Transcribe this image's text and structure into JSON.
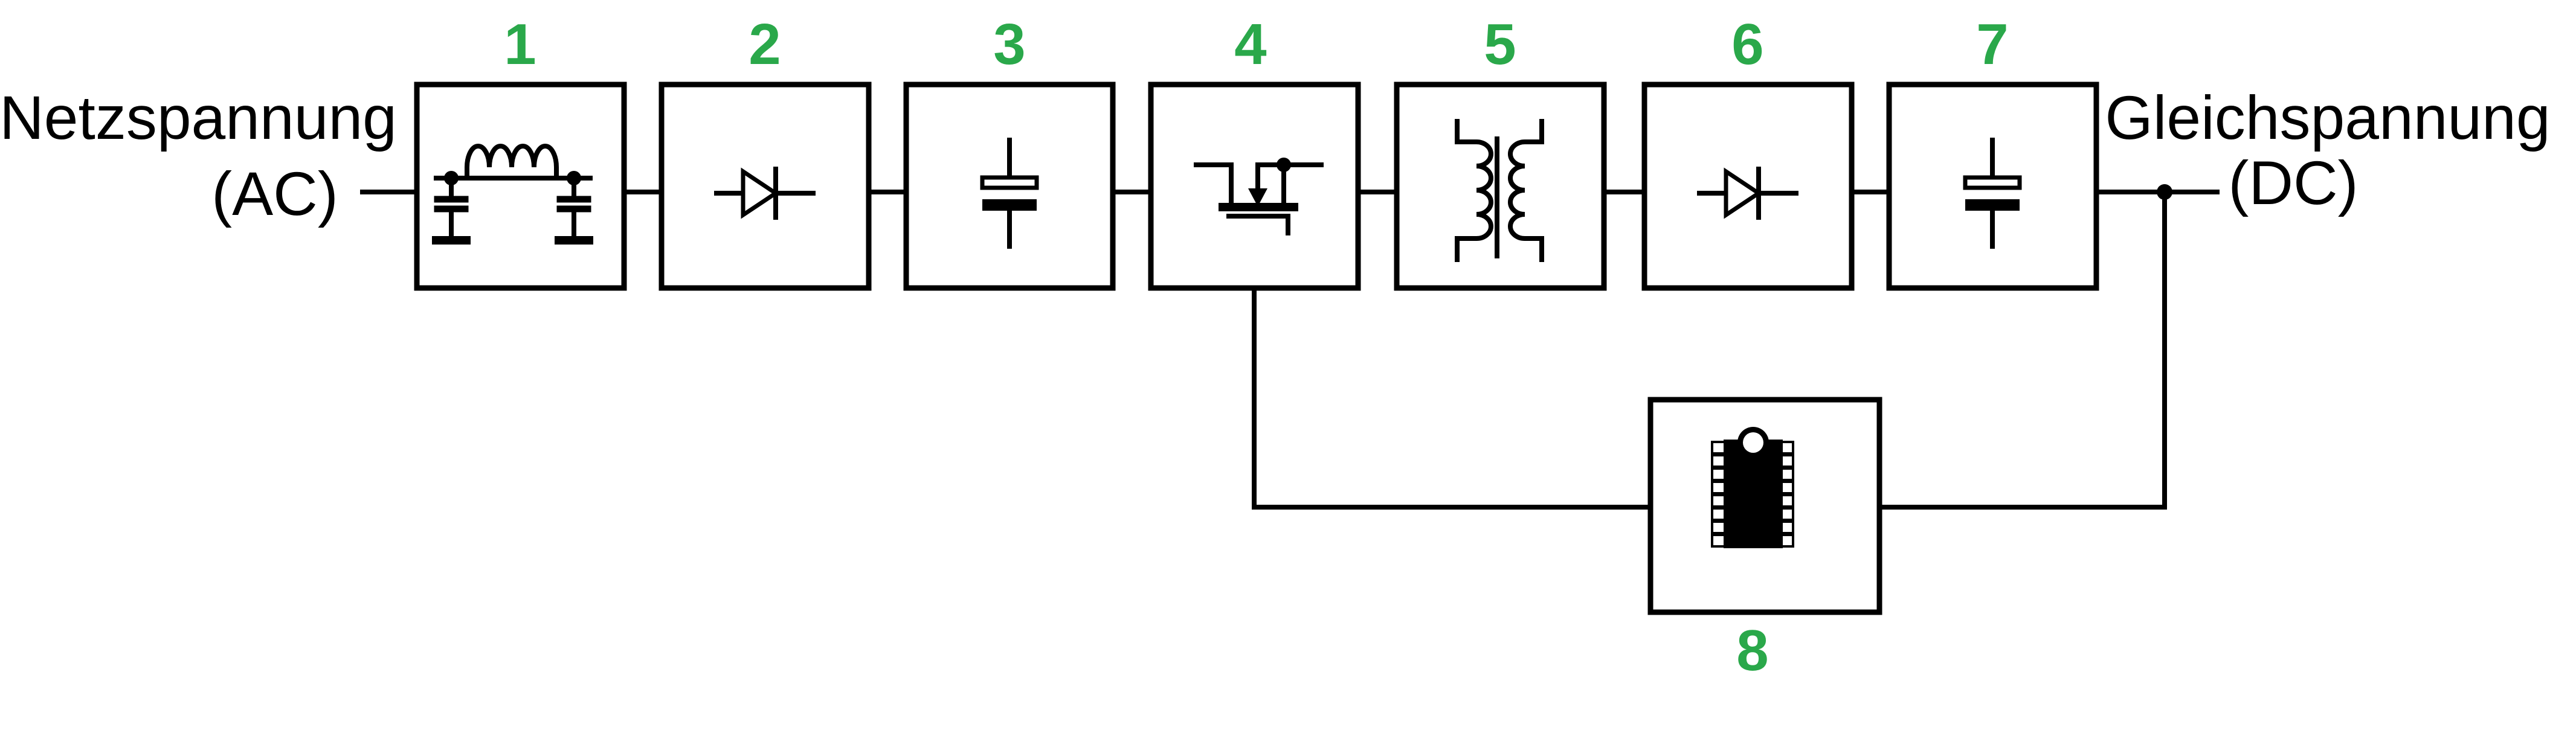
{
  "canvas": {
    "background": "#ffffff",
    "line_color": "#000000",
    "number_color": "#2aa84a"
  },
  "labels": {
    "input_line1": "Netzspannung",
    "input_line2": "(AC)",
    "output_line1": "Gleichspannung",
    "output_line2": "(DC)"
  },
  "blocks": [
    {
      "number": "1",
      "icon": "emi-filter-icon"
    },
    {
      "number": "2",
      "icon": "diode-icon"
    },
    {
      "number": "3",
      "icon": "capacitor-icon"
    },
    {
      "number": "4",
      "icon": "mosfet-switch-icon"
    },
    {
      "number": "5",
      "icon": "transformer-icon"
    },
    {
      "number": "6",
      "icon": "diode-icon"
    },
    {
      "number": "7",
      "icon": "capacitor-icon"
    },
    {
      "number": "8",
      "icon": "ic-chip-icon"
    }
  ]
}
